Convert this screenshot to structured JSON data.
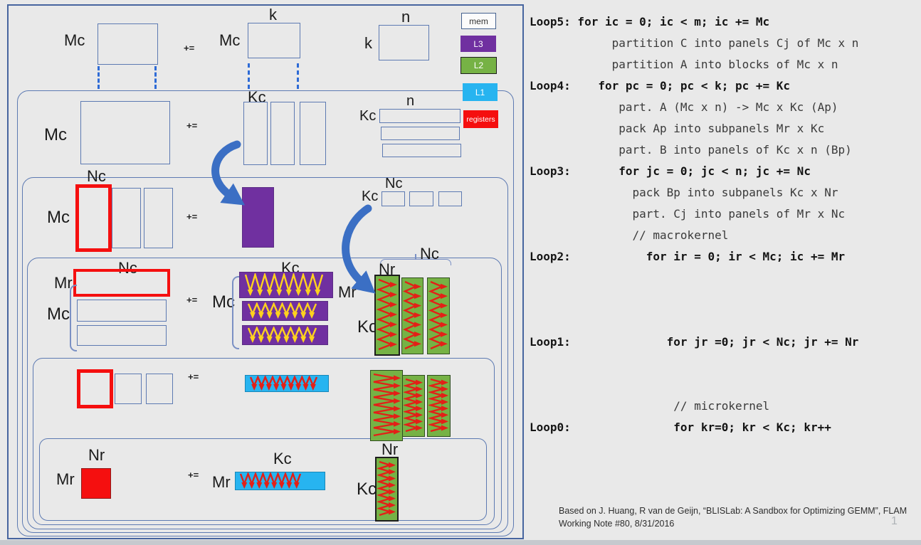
{
  "colors": {
    "container_blue": "#47659f",
    "inner_blue": "#5d7ab2",
    "rect_border_blue": "#5d7ab2",
    "accent_arrow_blue": "#3b6fc4",
    "purple": "#7030a0",
    "green": "#76b245",
    "green_border": "#2f4d1f",
    "cyan": "#27b4f0",
    "red": "#f50f0f",
    "yellow_arrow": "#ffd21e",
    "red_arrow": "#e32017"
  },
  "diagram": {
    "labels": {
      "mc": "Mc",
      "kc": "Kc",
      "nc": "Nc",
      "mr": "Mr",
      "nr": "Nr",
      "k": "k",
      "n": "n",
      "plus_eq": "+="
    },
    "legend": {
      "mem": "mem",
      "l3": "L3",
      "l2": "L2",
      "l1": "L1",
      "registers": "registers"
    }
  },
  "code": {
    "lines": [
      {
        "t": "Loop5: for ic = 0; ic < m; ic += Mc",
        "b": true
      },
      {
        "t": "            partition C into panels Cj of Mc x n",
        "b": false
      },
      {
        "t": "            partition A into blocks of Mc x n",
        "b": false
      },
      {
        "t": "Loop4:    for pc = 0; pc < k; pc += Kc",
        "b": true
      },
      {
        "t": "             part. A (Mc x n) -> Mc x Kc (Ap)",
        "b": false
      },
      {
        "t": "             pack Ap into subpanels Mr x Kc",
        "b": false
      },
      {
        "t": "             part. B into panels of Kc x n (Bp)",
        "b": false
      },
      {
        "t": "Loop3:       for jc = 0; jc < n; jc += Nc",
        "b": true
      },
      {
        "t": "               pack Bp into subpanels Kc x Nr",
        "b": false
      },
      {
        "t": "               part. Cj into panels of Mr x Nc",
        "b": false
      },
      {
        "t": "               // macrokernel",
        "b": false
      },
      {
        "t": "Loop2:           for ir = 0; ir < Mc; ic += Mr",
        "b": true
      },
      {
        "t": "",
        "b": false
      },
      {
        "t": "",
        "b": false
      },
      {
        "t": "",
        "b": false
      },
      {
        "t": "Loop1:              for jr =0; jr < Nc; jr += Nr",
        "b": true
      },
      {
        "t": "",
        "b": false
      },
      {
        "t": "",
        "b": false
      },
      {
        "t": "                     // microkernel",
        "b": false
      },
      {
        "t": "Loop0:               for kr=0; kr < Kc; kr++",
        "b": true
      }
    ]
  },
  "footer": {
    "line1": "Based on  J. Huang, R van de Geijn, “BLISLab:  A Sandbox for Optimizing GEMM”,  FLAM",
    "line2": "Working Note  #80, 8/31/2016",
    "page": "1"
  }
}
